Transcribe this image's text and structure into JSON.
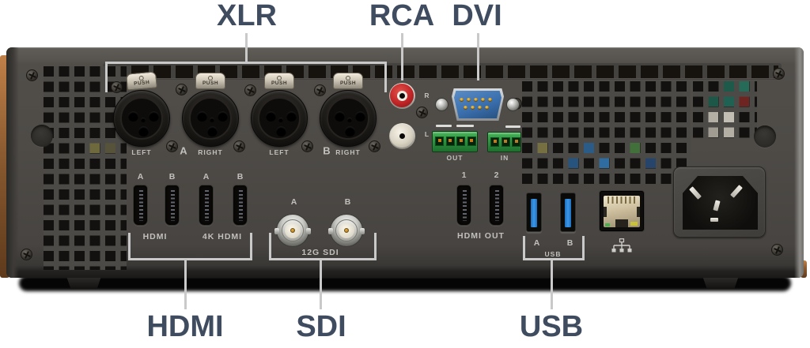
{
  "colors": {
    "callout_text": "#3f4b5e",
    "callout_line": "#c9c9c9",
    "panel_text": "#c2c0bc",
    "chassis": "#4e4b47",
    "rca_red": "#c02527",
    "dvi_blue": "#3a6fae",
    "terminal_green": "#2a8c3c",
    "usb_blue": "#2f8fe0"
  },
  "callouts": {
    "xlr": "XLR",
    "rca": "RCA",
    "dvi": "DVI",
    "hdmi": "HDMI",
    "sdi": "SDI",
    "usb": "USB"
  },
  "xlr": {
    "push": "PUSH",
    "jacks": [
      "LEFT",
      "RIGHT",
      "LEFT",
      "RIGHT"
    ],
    "groups": [
      "A",
      "B"
    ]
  },
  "rca": {
    "right": "R",
    "left": "L"
  },
  "audio_terminals": {
    "out": "OUT",
    "in": "IN"
  },
  "hdmi_in": {
    "ports": [
      "A",
      "B",
      "A",
      "B"
    ],
    "label": "HDMI",
    "label_4k": "4K HDMI"
  },
  "sdi": {
    "ports": [
      "A",
      "B"
    ],
    "label": "12G SDI"
  },
  "hdmi_out": {
    "ports": [
      "1",
      "2"
    ],
    "label": "HDMI OUT"
  },
  "usb": {
    "ports": [
      "A",
      "B"
    ],
    "label": "USB"
  }
}
